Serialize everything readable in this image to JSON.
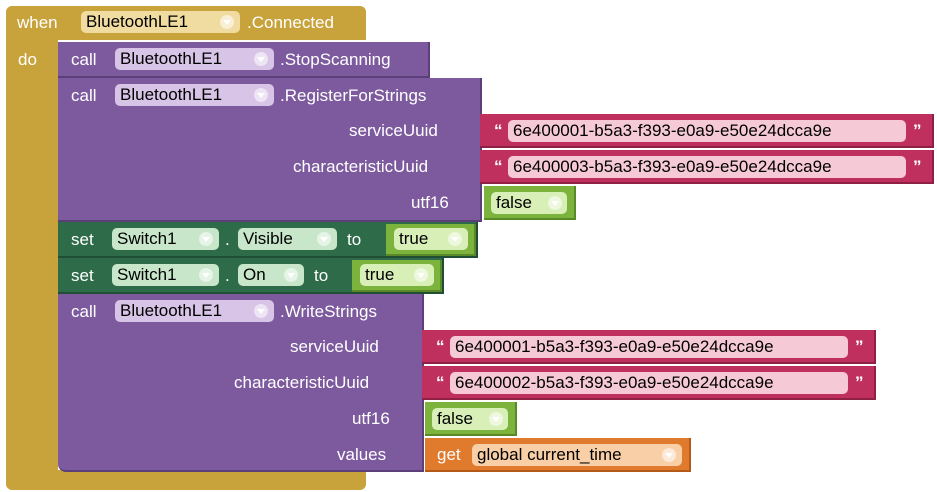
{
  "event": {
    "when_label": "when",
    "component": "BluetoothLE1",
    "event_name": ".Connected",
    "do_label": "do"
  },
  "stop_scanning": {
    "call_label": "call",
    "component": "BluetoothLE1",
    "method": ".StopScanning"
  },
  "register": {
    "call_label": "call",
    "component": "BluetoothLE1",
    "method": ".RegisterForStrings",
    "service_label": "serviceUuid",
    "service_value": "6e400001-b5a3-f393-e0a9-e50e24dcca9e",
    "char_label": "characteristicUuid",
    "char_value": "6e400003-b5a3-f393-e0a9-e50e24dcca9e",
    "utf16_label": "utf16",
    "utf16_value": "false"
  },
  "set_visible": {
    "set_label": "set",
    "component": "Switch1",
    "dot": ".",
    "property": "Visible",
    "to_label": "to",
    "value": "true"
  },
  "set_on": {
    "set_label": "set",
    "component": "Switch1",
    "dot": ".",
    "property": "On",
    "to_label": "to",
    "value": "true"
  },
  "write": {
    "call_label": "call",
    "component": "BluetoothLE1",
    "method": ".WriteStrings",
    "service_label": "serviceUuid",
    "service_value": "6e400001-b5a3-f393-e0a9-e50e24dcca9e",
    "char_label": "characteristicUuid",
    "char_value": "6e400002-b5a3-f393-e0a9-e50e24dcca9e",
    "utf16_label": "utf16",
    "utf16_value": "false",
    "values_label": "values",
    "get_label": "get",
    "variable": "global current_time"
  },
  "quote": "“",
  "quote_close": "”"
}
